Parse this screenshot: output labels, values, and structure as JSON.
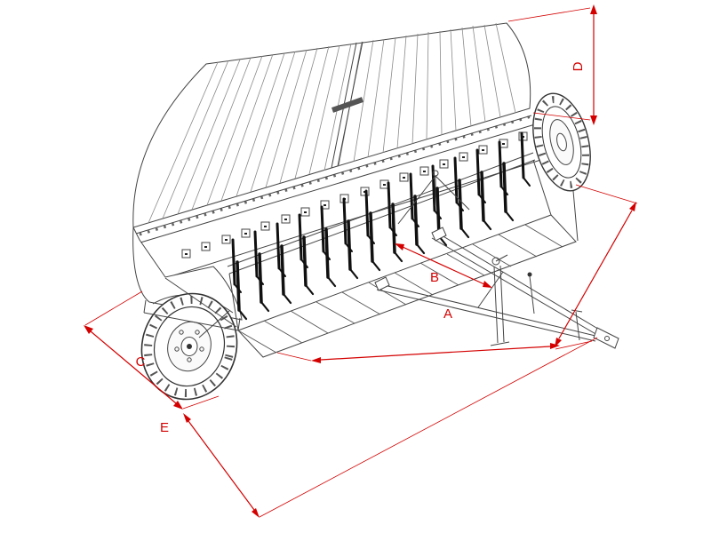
{
  "page": {
    "background": "#ffffff",
    "description": "Isometric technical line drawing of a trailed grain seed drill with red dimension arrows"
  },
  "drawing": {
    "line_color": "#444444",
    "subject": "grain-seed-drill"
  },
  "dimensions": {
    "color": "#d40000",
    "a": {
      "label": "A"
    },
    "b": {
      "label": "B"
    },
    "c": {
      "label": "C"
    },
    "d": {
      "label": "D"
    },
    "e": {
      "label": "E"
    }
  }
}
